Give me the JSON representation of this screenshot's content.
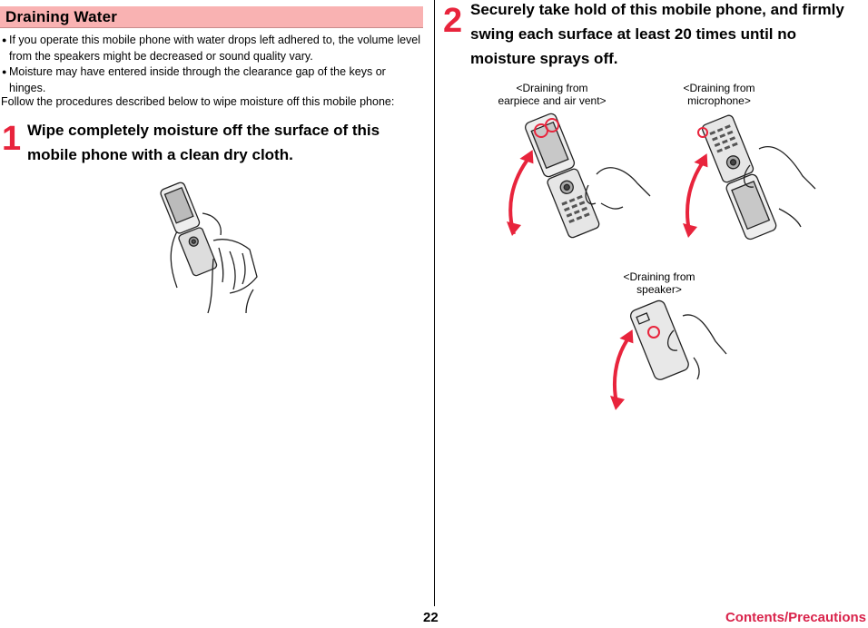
{
  "section": {
    "title": "Draining Water"
  },
  "bullets": [
    "If you operate this mobile phone with water drops left adhered to, the volume level from the speakers might be decreased or sound quality vary.",
    "Moisture may have entered inside through the clearance gap of the keys or hinges."
  ],
  "bullet_mark": "●",
  "follow_text": "Follow the procedures described below to wipe moisture off this mobile phone:",
  "steps": [
    {
      "number": "1",
      "line1": "Wipe completely moisture off the surface of this",
      "line2": "mobile phone with a clean dry cloth."
    },
    {
      "number": "2",
      "line1": "Securely take hold of this mobile phone, and firmly",
      "line2": "swing each surface at least 20 times until no",
      "line3": "moisture sprays off."
    }
  ],
  "captions": {
    "earpiece": {
      "line1": "<Draining from",
      "line2": "earpiece and air vent>"
    },
    "microphone": {
      "line1": "<Draining from",
      "line2": "microphone>"
    },
    "speaker": {
      "line1": "<Draining from",
      "line2": "speaker>"
    }
  },
  "footer": {
    "page_number": "22",
    "link": "Contents/Precautions"
  },
  "colors": {
    "header_bg": "#f9b2b2",
    "accent": "#e8243c",
    "link": "#d9234b"
  }
}
